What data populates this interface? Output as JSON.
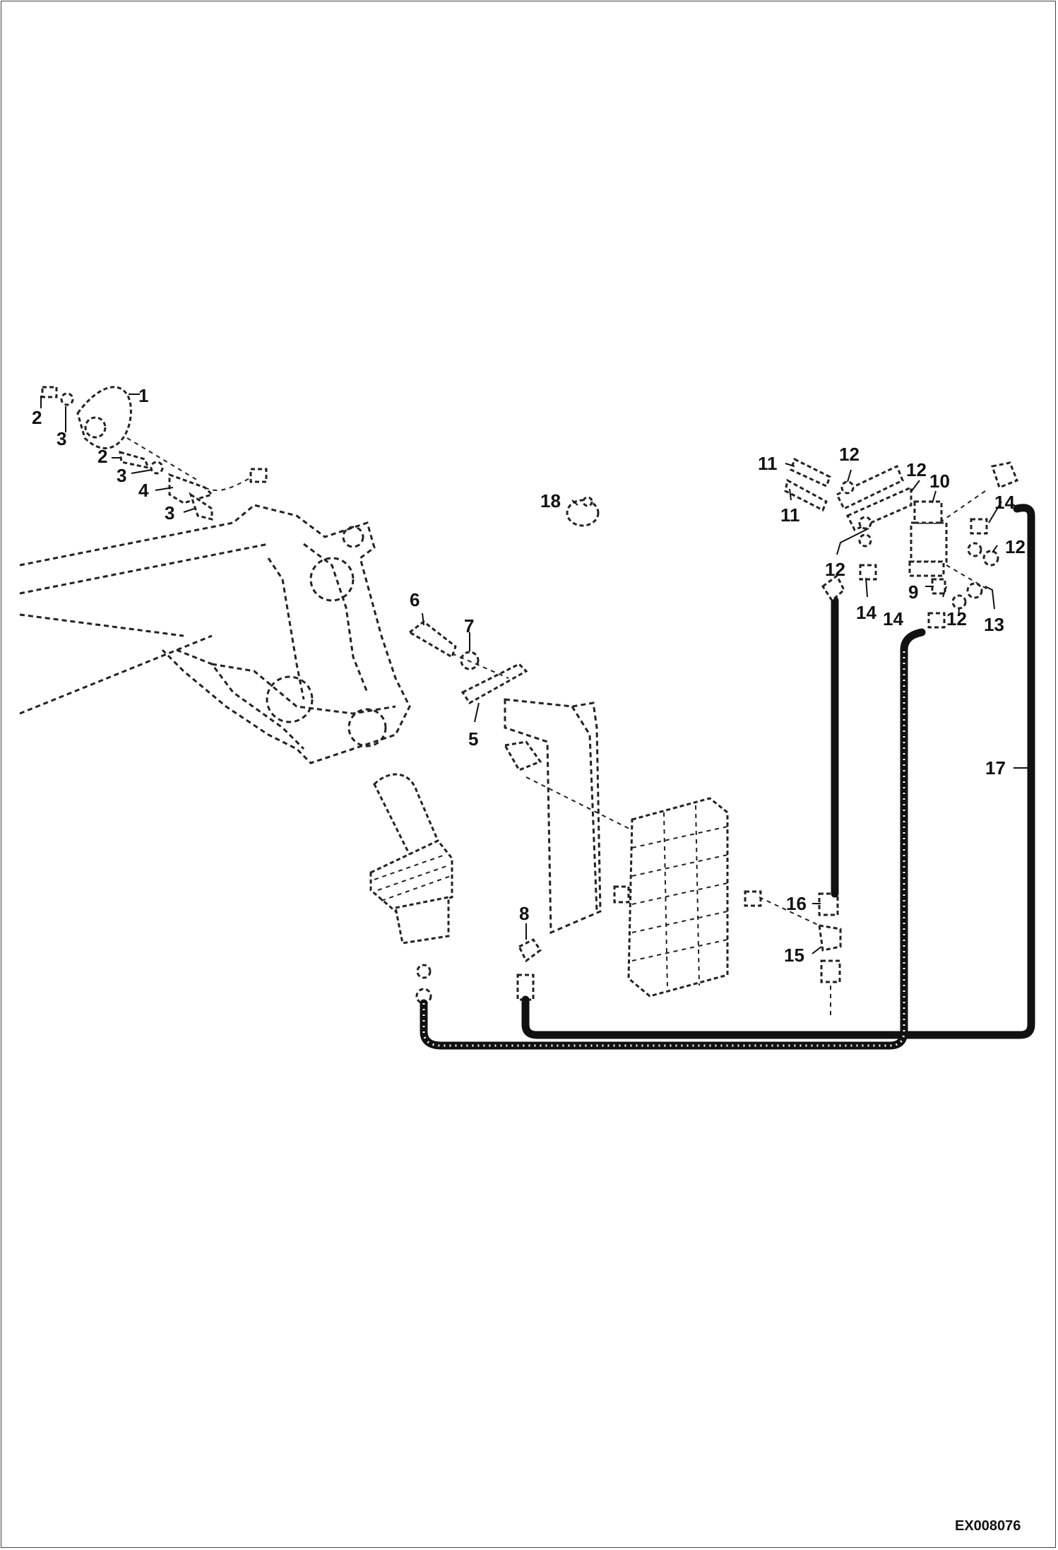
{
  "figure": {
    "reference_code": "EX008076",
    "callouts": [
      {
        "label": "1"
      },
      {
        "label": "2"
      },
      {
        "label": "3"
      },
      {
        "label": "2"
      },
      {
        "label": "3"
      },
      {
        "label": "4"
      },
      {
        "label": "3"
      },
      {
        "label": "18"
      },
      {
        "label": "6"
      },
      {
        "label": "7"
      },
      {
        "label": "5"
      },
      {
        "label": "8"
      },
      {
        "label": "11"
      },
      {
        "label": "12"
      },
      {
        "label": "12"
      },
      {
        "label": "10"
      },
      {
        "label": "11"
      },
      {
        "label": "14"
      },
      {
        "label": "12"
      },
      {
        "label": "12"
      },
      {
        "label": "9"
      },
      {
        "label": "14"
      },
      {
        "label": "14"
      },
      {
        "label": "12"
      },
      {
        "label": "13"
      },
      {
        "label": "17"
      },
      {
        "label": "16"
      },
      {
        "label": "15"
      }
    ]
  }
}
